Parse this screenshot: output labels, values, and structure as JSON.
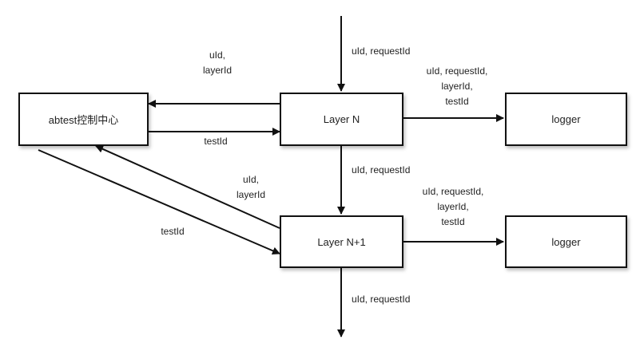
{
  "nodes": {
    "abtest": "abtest控制中心",
    "layer_n": "Layer N",
    "layer_n1": "Layer N+1",
    "logger_1": "logger",
    "logger_2": "logger"
  },
  "edges": {
    "top_in": {
      "line1": "uId, requestId"
    },
    "n_to_abtest": {
      "line1": "uId,",
      "line2": "layerId"
    },
    "abtest_to_n": {
      "line1": "testId"
    },
    "n_to_logger": {
      "line1": "uId, requestId,",
      "line2": "layerId,",
      "line3": "testId"
    },
    "n_to_n1": {
      "line1": "uId, requestId"
    },
    "n1_to_abtest": {
      "line1": "uId,",
      "line2": "layerId"
    },
    "abtest_to_n1": {
      "line1": "testId"
    },
    "n1_to_logger": {
      "line1": "uId, requestId,",
      "line2": "layerId,",
      "line3": "testId"
    },
    "bottom_out": {
      "line1": "uId, requestId"
    }
  }
}
